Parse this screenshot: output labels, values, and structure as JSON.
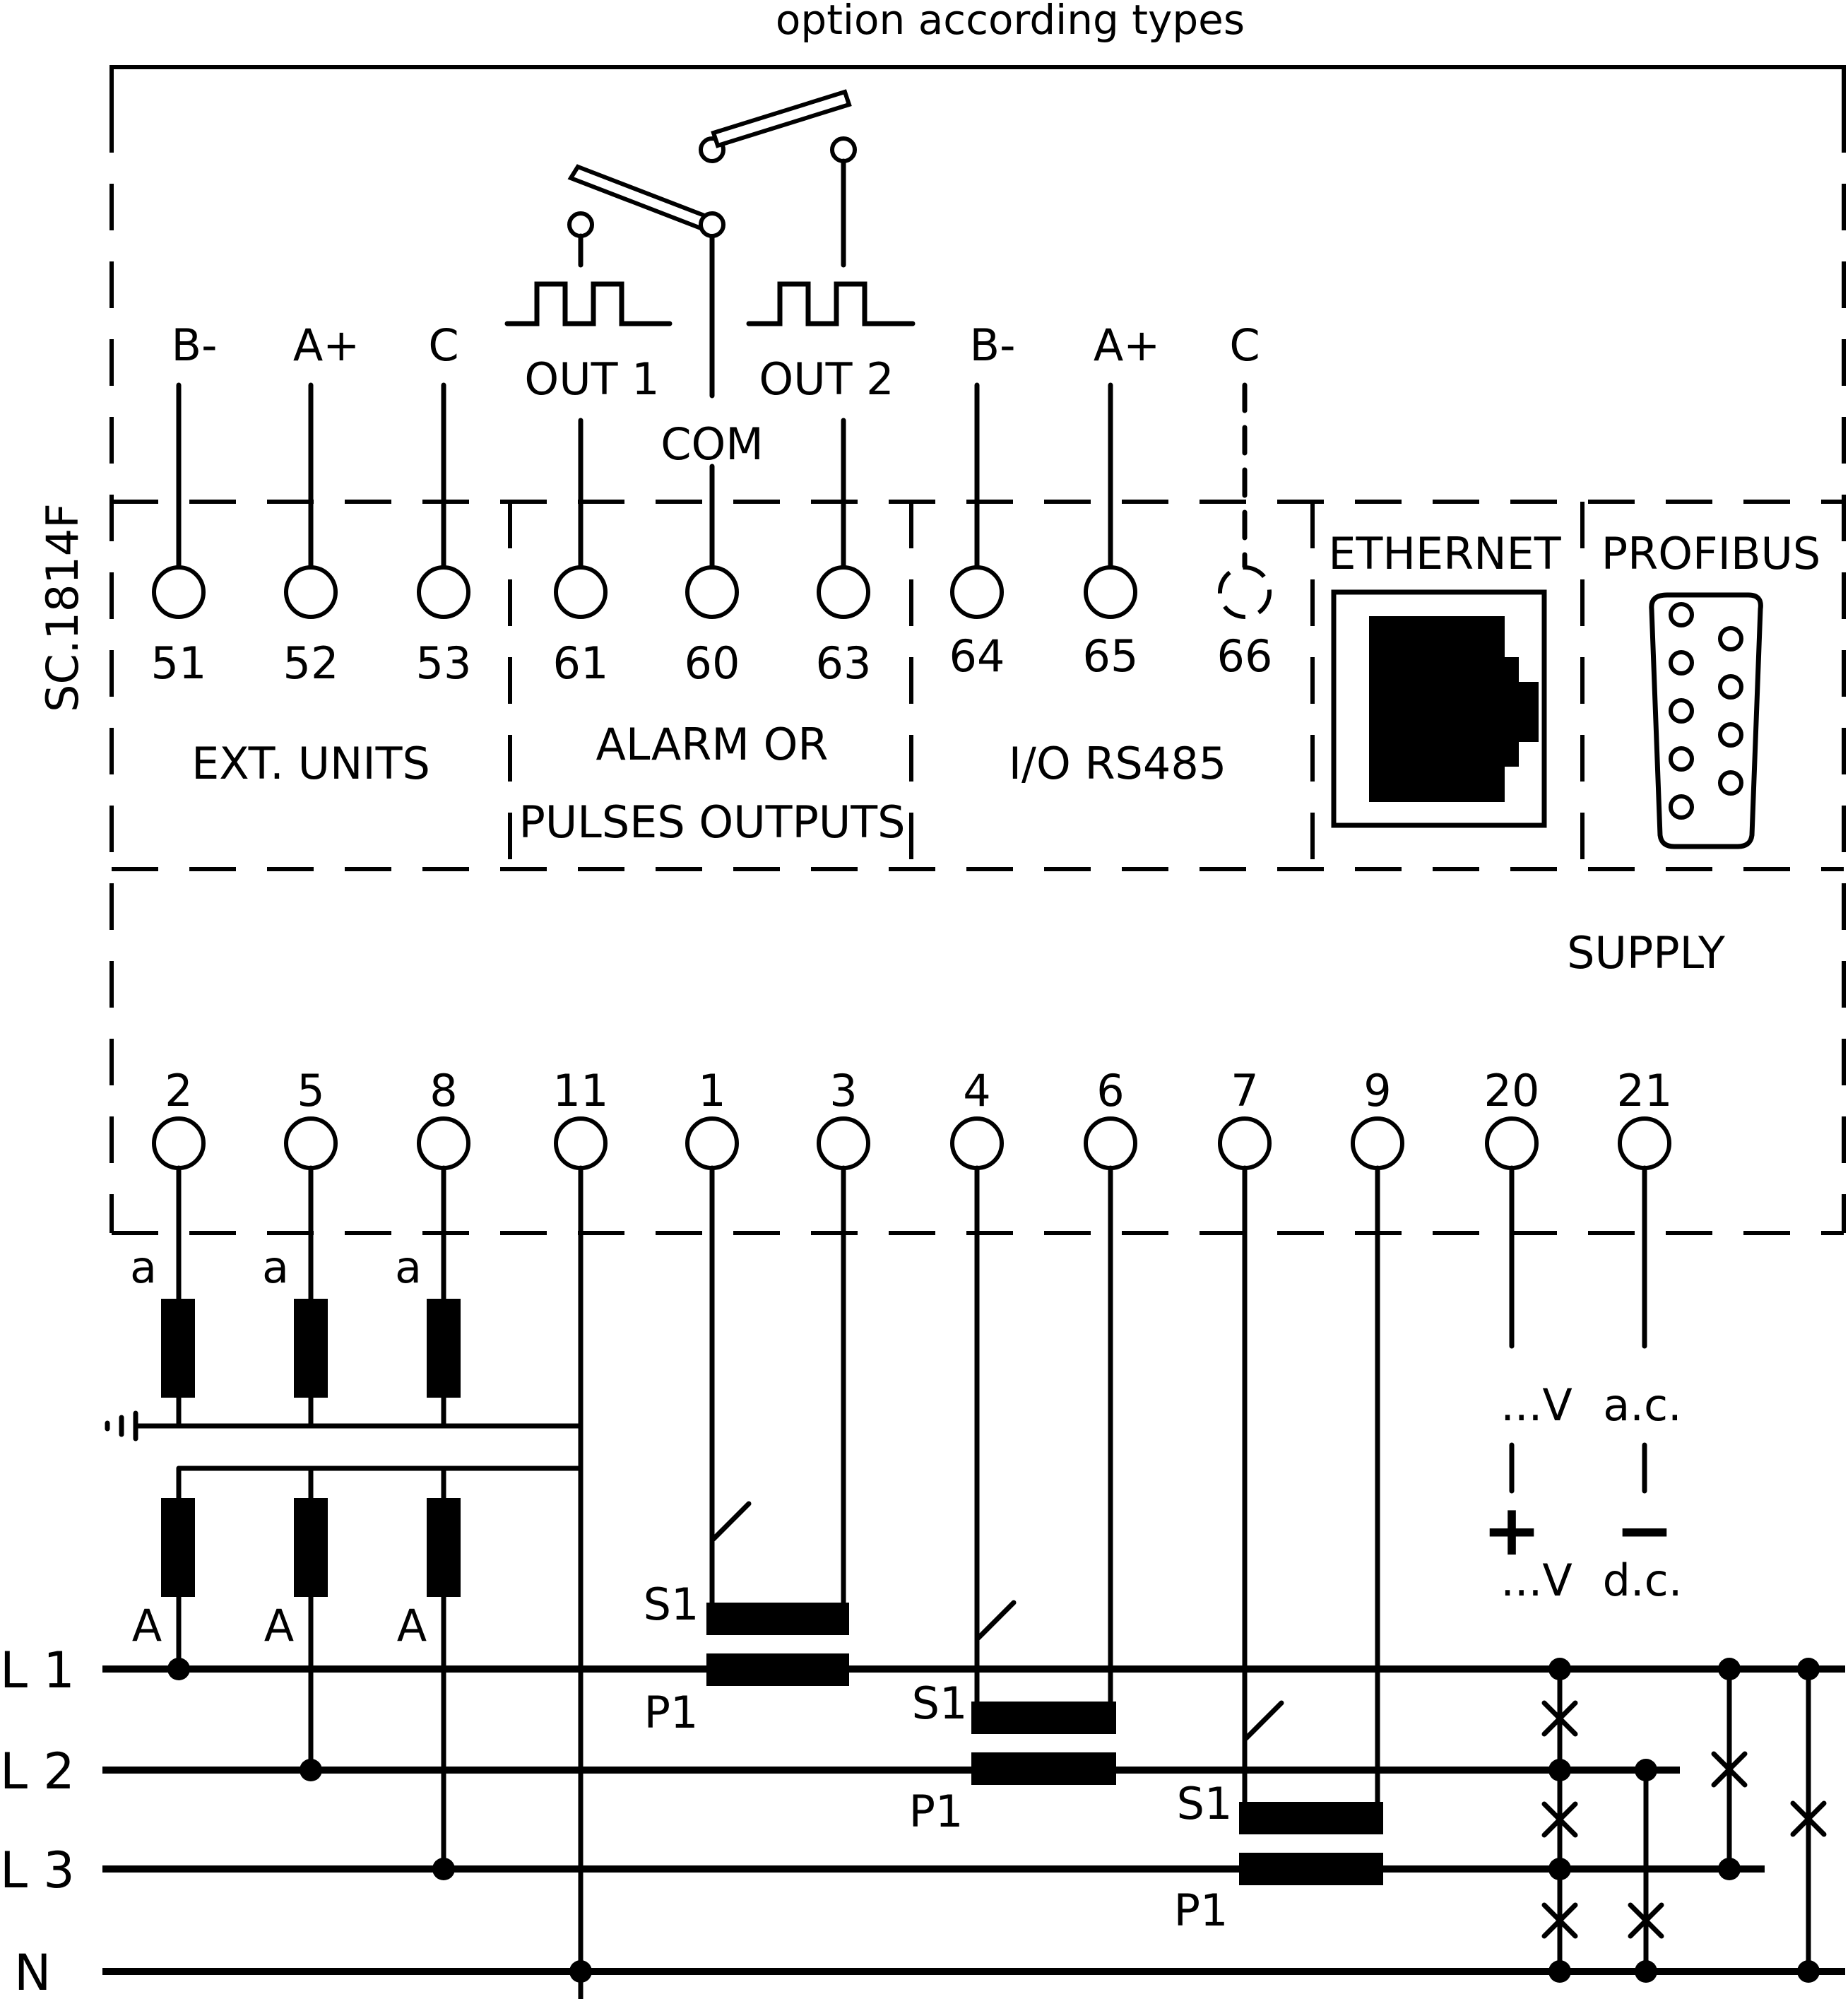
{
  "header": {
    "options_caption": "option according types"
  },
  "side_label": "SC.1814F",
  "terminals_top": [
    {
      "label": "B-",
      "number": "51"
    },
    {
      "label": "A+",
      "number": "52"
    },
    {
      "label": "C",
      "number": "53"
    },
    {
      "label": "OUT 1",
      "number": "61"
    },
    {
      "label": "COM",
      "number": "60"
    },
    {
      "label": "OUT 2",
      "number": "63"
    },
    {
      "label": "B-",
      "number": "64"
    },
    {
      "label": "A+",
      "number": "65"
    },
    {
      "label": "C",
      "number": "66"
    }
  ],
  "groups": {
    "ext_units": "EXT. UNITS",
    "alarm_line1": "ALARM OR",
    "alarm_line2": "PULSES OUTPUTS",
    "rs485": "I/O RS485",
    "ethernet": "ETHERNET",
    "profibus": "PROFIBUS",
    "supply": "SUPPLY"
  },
  "terminals_bottom": [
    "2",
    "5",
    "8",
    "11",
    "1",
    "3",
    "4",
    "6",
    "7",
    "9",
    "20",
    "21"
  ],
  "vt_labels": {
    "secondary": [
      "a",
      "a",
      "a"
    ],
    "primary": [
      "A",
      "A",
      "A"
    ]
  },
  "ct_labels": {
    "secondary": [
      "S1",
      "S1",
      "S1"
    ],
    "primary": [
      "P1",
      "P1",
      "P1"
    ]
  },
  "supply_labels": {
    "ac_voltage": "...V",
    "ac": "a.c.",
    "plus": "+",
    "minus": "−",
    "dc_voltage": "...V",
    "dc": "d.c."
  },
  "lines": [
    "L 1",
    "L 2",
    "L 3",
    "N"
  ]
}
